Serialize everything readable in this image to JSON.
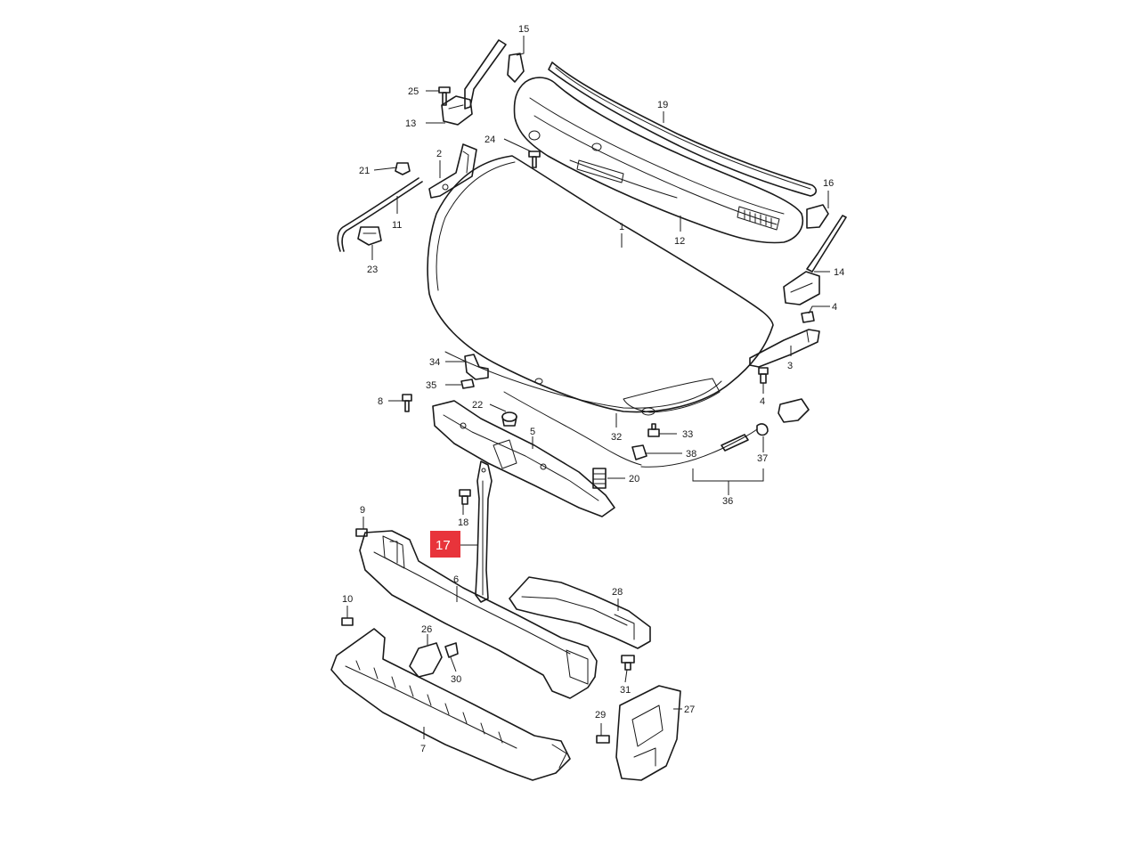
{
  "diagram": {
    "highlighted_part": "17",
    "highlight_color": "#e8343b",
    "callouts": {
      "c1": "1",
      "c2": "2",
      "c3": "3",
      "c4a": "4",
      "c4b": "4",
      "c5": "5",
      "c6": "6",
      "c7": "7",
      "c8": "8",
      "c9": "9",
      "c10": "10",
      "c11": "11",
      "c12": "12",
      "c13": "13",
      "c14": "14",
      "c15": "15",
      "c16": "16",
      "c17": "17",
      "c18": "18",
      "c19": "19",
      "c20": "20",
      "c21": "21",
      "c22": "22",
      "c23": "23",
      "c24": "24",
      "c25": "25",
      "c26": "26",
      "c27": "27",
      "c28": "28",
      "c29": "29",
      "c30": "30",
      "c31": "31",
      "c32": "32",
      "c33": "33",
      "c34": "34",
      "c35": "35",
      "c36": "36",
      "c37": "37",
      "c38": "38"
    }
  }
}
